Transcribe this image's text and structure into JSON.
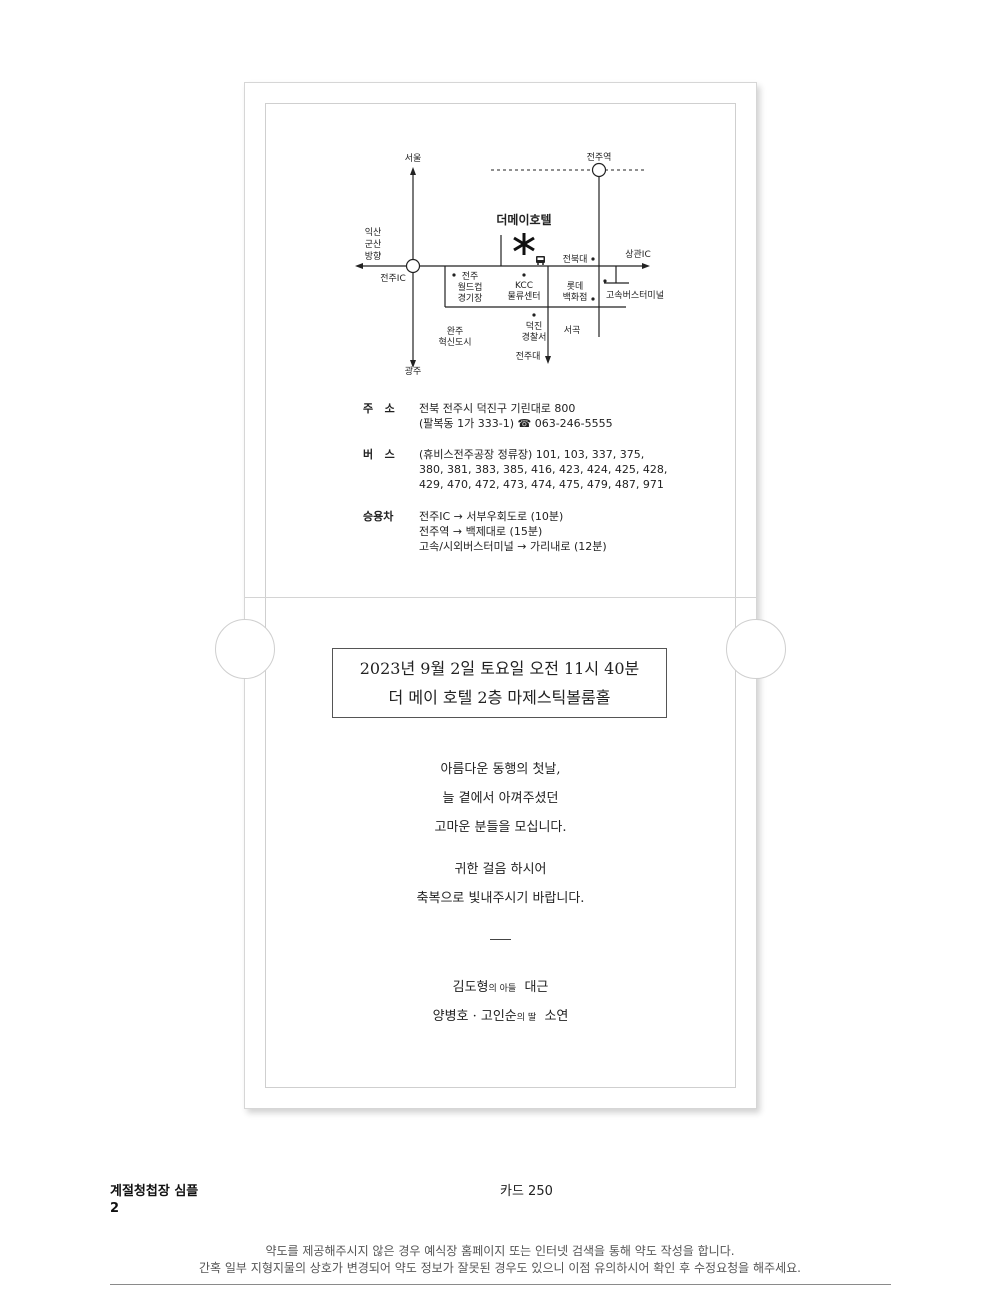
{
  "map": {
    "seoul": "서울",
    "jeonju_station": "전주역",
    "hotel": "더메이호텔",
    "iksan_1": "익산",
    "iksan_2": "군산",
    "iksan_3": "방향",
    "jeonju_ic": "전주IC",
    "jeonbuk_univ": "전북대",
    "sanggwan_ic": "상관IC",
    "worldcup_1": "전주",
    "worldcup_2": "월드컵",
    "worldcup_3": "경기장",
    "kcc_1": "KCC",
    "kcc_2": "물류센터",
    "lotte_1": "롯데",
    "lotte_2": "백화점",
    "express_bus": "고속버스터미널",
    "wanju_1": "완주",
    "wanju_2": "혁신도시",
    "police_1": "덕진",
    "police_2": "경찰서",
    "seogok": "서곡",
    "jeonju_univ": "전주대",
    "gwangju": "광주"
  },
  "info": {
    "address_label": "주   소",
    "address_line1": "전북 전주시 덕진구 기린대로 800",
    "address_line2": "(팔복동 1가 333-1) ☎ 063-246-5555",
    "bus_label": "버   스",
    "bus_line1": "(휴비스전주공장 정류장) 101, 103, 337, 375,",
    "bus_line2": "380, 381, 383, 385, 416, 423, 424, 425, 428,",
    "bus_line3": "429, 470, 472, 473, 474, 475, 479, 487, 971",
    "car_label": "승용차",
    "car_line1": "전주IC → 서부우회도로 (10분)",
    "car_line2": "전주역 → 백제대로 (15분)",
    "car_line3": "고속/시외버스터미널 → 가리내로 (12분)"
  },
  "event": {
    "datetime": "2023년 9월 2일 토요일 오전 11시 40분",
    "venue": "더 메이 호텔 2층 마제스틱볼룸홀"
  },
  "verse": {
    "line1": "아름다운 동행의 첫날,",
    "line2": "늘 곁에서 아껴주셨던",
    "line3": "고마운 분들을 모십니다.",
    "line4": "귀한 걸음 하시어",
    "line5": "축복으로 빛내주시기 바랍니다."
  },
  "families": {
    "groom_parent": "김도형",
    "groom_rel": "의 아들",
    "groom_name": "대근",
    "bride_parents": "양병호 · 고인순",
    "bride_rel": "의 딸",
    "bride_name": "소연"
  },
  "footer": {
    "product": "계절청첩장 심플",
    "page_number": "2",
    "card_code": "카드 250",
    "notice_line1": "약도를 제공해주시지 않은 경우 예식장 홈페이지 또는 인터넷 검색을 통해 약도 작성을 합니다.",
    "notice_line2": "간혹 일부 지형지물의 상호가 변경되어 약도 정보가 잘못된 경우도 있으니 이점 유의하시어 확인 후 수정요청을 해주세요."
  }
}
